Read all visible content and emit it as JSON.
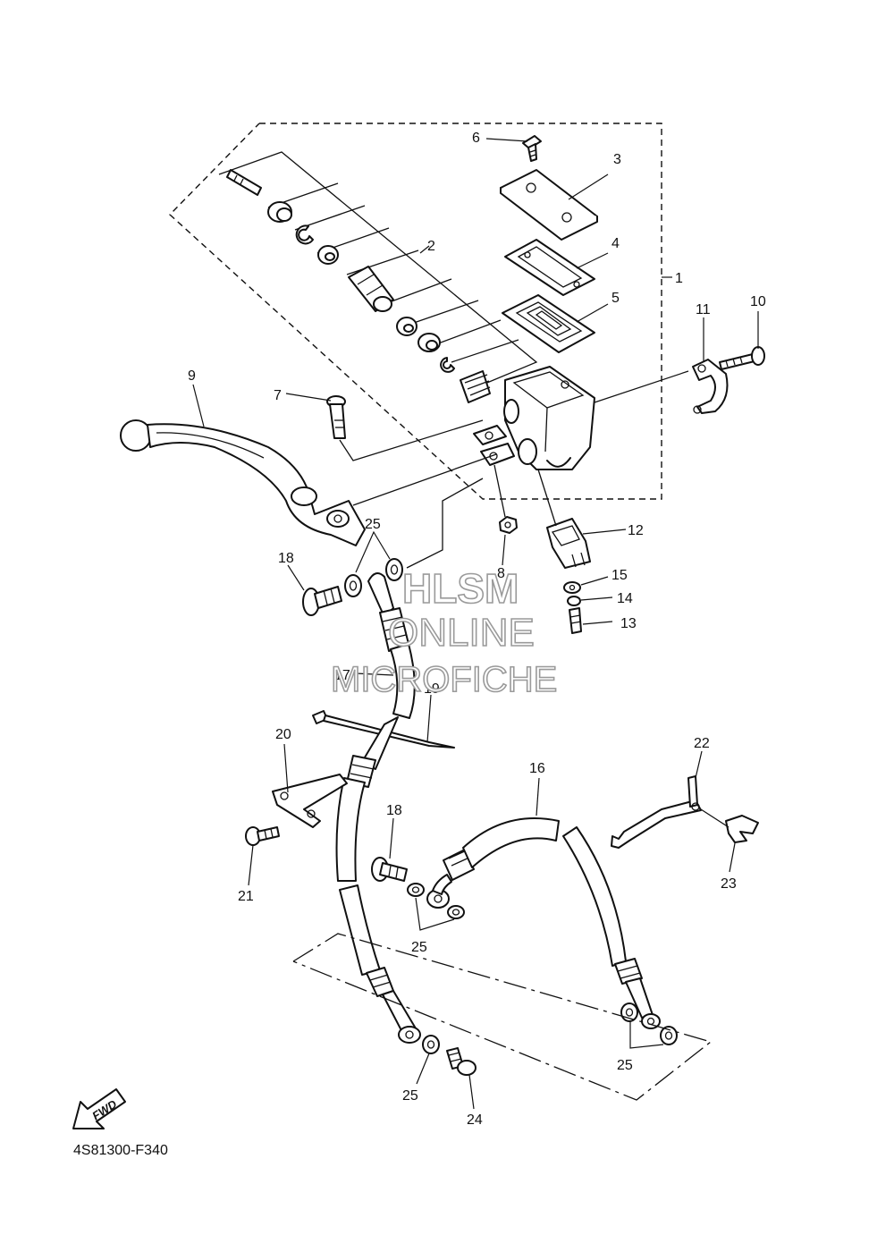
{
  "diagram": {
    "drawing_code": "4S81300-F340",
    "fwd_label": "FWD",
    "watermark": {
      "line1": "HLSM",
      "line2": "ONLINE",
      "line3": "MICROFICHE"
    },
    "callouts": {
      "c1": "1",
      "c2": "2",
      "c3": "3",
      "c4": "4",
      "c5": "5",
      "c6": "6",
      "c7": "7",
      "c8": "8",
      "c9": "9",
      "c10": "10",
      "c11": "11",
      "c12": "12",
      "c13": "13",
      "c14": "14",
      "c15": "15",
      "c16": "16",
      "c17": "17",
      "c18a": "18",
      "c18b": "18",
      "c19": "19",
      "c20": "20",
      "c21": "21",
      "c22": "22",
      "c23": "23",
      "c24": "24",
      "c25a": "25",
      "c25b": "25",
      "c25c": "25",
      "c25d": "25"
    }
  }
}
